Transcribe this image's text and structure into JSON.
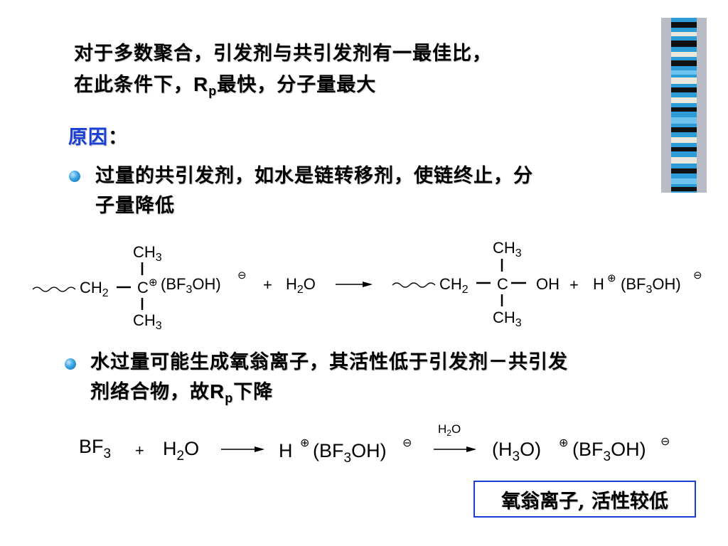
{
  "heading": {
    "line1": "对于多数聚合，引发剂与共引发剂有一最佳比，",
    "line2_prefix": "在此条件下，",
    "rp_main": "R",
    "rp_sub": "p",
    "line2_suffix": "最快，分子量最大"
  },
  "reason": {
    "label": "原因",
    "colon": "："
  },
  "bullets": [
    {
      "line1": "过量的共引发剂，如水是链转移剂，使链终止，分",
      "line2": "子量降低"
    },
    {
      "line1": "水过量可能生成氧翁离子，其活性低于引发剂－共引发",
      "line2_prefix": "剂络合物，故",
      "rp_main": "R",
      "rp_sub": "p",
      "line2_suffix": "下降"
    }
  ],
  "reaction1": {
    "ch3_main": "CH",
    "ch3_sub": "3",
    "ch2_main": "CH",
    "ch2_sub": "2",
    "carbon": "C",
    "plus_charge": "⊕",
    "minus_charge": "⊖",
    "bf3oh_open": "(BF",
    "bf3oh_sub": "3",
    "bf3oh_close": "OH)",
    "plus": "+",
    "h2o_h": "H",
    "h2o_sub": "2",
    "h2o_o": "O",
    "oh": "OH",
    "h": "H"
  },
  "reaction2": {
    "bf3_main": "BF",
    "bf3_sub": "3",
    "plus": "+",
    "h2o_h": "H",
    "h2o_sub": "2",
    "h2o_o": "O",
    "h": "H",
    "plus_charge": "⊕",
    "minus_charge": "⊖",
    "bf3oh_open": "(BF",
    "bf3oh_sub": "3",
    "bf3oh_close": "OH)",
    "arrow_label_h": "H",
    "arrow_label_sub": "2",
    "arrow_label_o": "O",
    "h3o_open": "(H",
    "h3o_sub": "3",
    "h3o_close": "O)"
  },
  "note": "氧翁离子, 活性较低",
  "colors": {
    "accent": "#1a3fd6",
    "bullet": "#3aa3e3"
  }
}
